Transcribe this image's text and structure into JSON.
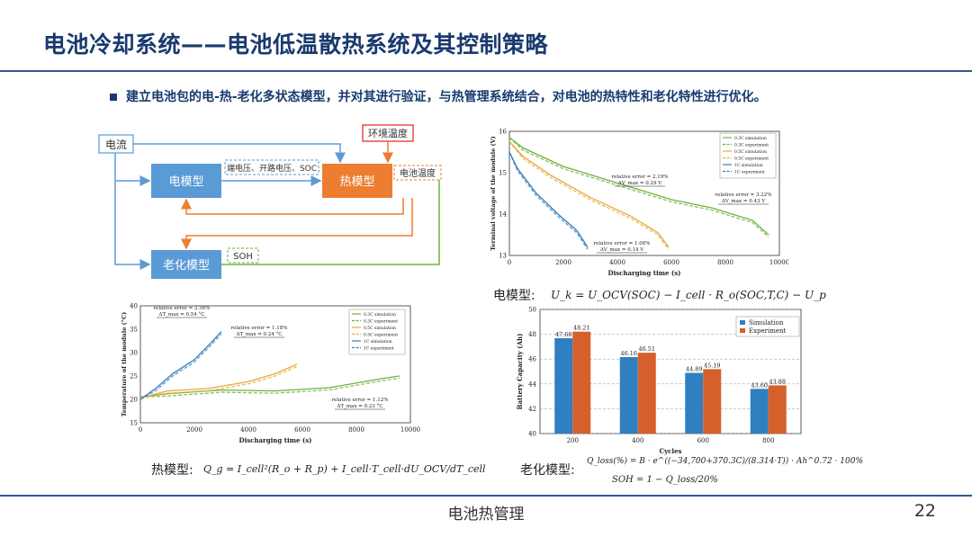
{
  "slide": {
    "title": "电池冷却系统——电池低温散热系统及其控制策略",
    "bullet": "建立电池包的电-热-老化多状态模型，并对其进行验证，与热管理系统结合，对电池的热特性和老化特性进行优化。",
    "footer": "电池热管理",
    "page_number": "22"
  },
  "diagram": {
    "current_label": "电流",
    "env_temp_label": "环境温度",
    "electric_model": "电模型",
    "thermal_model": "热模型",
    "aging_model": "老化模型",
    "voltage_label": "端电压、开路电压、SOC",
    "battery_temp_label": "电池温度",
    "soh_label": "SOH"
  },
  "equations": {
    "electric_label": "电模型:",
    "electric_eq": "U_k = U_OCV(SOC) − I_cell · R_o(SOC,T,C) − U_p",
    "thermal_label": "热模型:",
    "thermal_eq": "Q_g = I_cell²(R_o + R_p) + I_cell·T_cell·dU_OCV/dT_cell",
    "aging_label": "老化模型:",
    "aging_eq": "Q_loss(%) = B · e^((−34,700+370.3C)/(8.314·T)) · Ah^0.72 · 100%",
    "aging_eq2": "SOH = 1 − Q_loss/20%"
  },
  "chart_data": [
    {
      "type": "line",
      "xlabel": "Discharging time (s)",
      "ylabel": "Terminal voltage of the module (V)",
      "xlim": [
        0,
        10000
      ],
      "ylim": [
        13,
        16
      ],
      "xticks": [
        "0",
        "2000",
        "4000",
        "6000",
        "8000",
        "10000"
      ],
      "yticks": [
        "13",
        "14",
        "15",
        "16"
      ],
      "legend": [
        "0.3C simulation",
        "0.3C experiment",
        "0.5C simulation",
        "0.5C experiment",
        "1C simulation",
        "1C experiment"
      ],
      "colors": [
        "#6bb33c",
        "#6bb33c",
        "#e8a838",
        "#e8a838",
        "#2f7fc1",
        "#2f7fc1"
      ],
      "annotations": [
        {
          "text": "relative error = 2.19%",
          "text2": "ΔV_max = 0.29 V"
        },
        {
          "text": "relative error = 3.22%",
          "text2": "ΔV_max = 0.43 V"
        },
        {
          "text": "relative error = 1.08%",
          "text2": "ΔV_max = 0.14 V"
        }
      ],
      "series": [
        {
          "name": "0.3C simulation",
          "x": [
            0,
            500,
            2000,
            4000,
            6000,
            7500,
            9000,
            9600
          ],
          "y": [
            15.85,
            15.6,
            15.15,
            14.75,
            14.35,
            14.15,
            13.85,
            13.5
          ]
        },
        {
          "name": "0.5C simulation",
          "x": [
            0,
            500,
            1500,
            3000,
            4500,
            5500,
            5900
          ],
          "y": [
            15.75,
            15.4,
            14.95,
            14.4,
            13.95,
            13.55,
            13.2
          ]
        },
        {
          "name": "1C simulation",
          "x": [
            0,
            300,
            1000,
            1800,
            2500,
            2900
          ],
          "y": [
            15.5,
            15.1,
            14.5,
            14.0,
            13.6,
            13.2
          ]
        }
      ]
    },
    {
      "type": "line",
      "xlabel": "Discharging time (s)",
      "ylabel": "Temperature of the module (°C)",
      "xlim": [
        0,
        10000
      ],
      "ylim": [
        15,
        40
      ],
      "xticks": [
        "0",
        "2000",
        "4000",
        "6000",
        "8000",
        "10000"
      ],
      "yticks": [
        "15",
        "20",
        "25",
        "30",
        "35",
        "40"
      ],
      "legend": [
        "0.3C simulation",
        "0.3C experiment",
        "0.5C simulation",
        "0.5C experiment",
        "1C simulation",
        "1C experiment"
      ],
      "colors": [
        "#6bb33c",
        "#6bb33c",
        "#e8a838",
        "#e8a838",
        "#2f7fc1",
        "#2f7fc1"
      ],
      "annotations": [
        {
          "text": "relative error = 2.56%",
          "text2": "ΔT_max = 0.54 °C"
        },
        {
          "text": "relative error = 1.18%",
          "text2": "ΔT_max = 0.24 °C"
        },
        {
          "text": "relative error = 1.12%",
          "text2": "ΔT_max = 0.23 °C"
        }
      ],
      "series": [
        {
          "name": "0.3C simulation",
          "x": [
            0,
            1000,
            3000,
            5000,
            7000,
            9000,
            9600
          ],
          "y": [
            20.5,
            21.2,
            22.0,
            21.8,
            22.5,
            24.5,
            25.0
          ]
        },
        {
          "name": "0.5C simulation",
          "x": [
            0,
            1000,
            2500,
            4000,
            5000,
            5800
          ],
          "y": [
            20.3,
            21.8,
            22.3,
            23.8,
            25.5,
            27.5
          ]
        },
        {
          "name": "1C simulation",
          "x": [
            0,
            600,
            1200,
            2000,
            2600,
            3000
          ],
          "y": [
            20.0,
            22.5,
            25.5,
            28.5,
            32.0,
            34.5
          ]
        }
      ]
    },
    {
      "type": "bar",
      "xlabel": "Cycles",
      "ylabel": "Battery Capacity (Ah)",
      "ylim": [
        40,
        50
      ],
      "xticks": [
        "200",
        "400",
        "600",
        "800"
      ],
      "yticks": [
        "40",
        "42",
        "44",
        "46",
        "48",
        "50"
      ],
      "categories": [
        "200",
        "400",
        "600",
        "800"
      ],
      "series": [
        {
          "name": "Simulation",
          "values": [
            47.68,
            46.16,
            44.89,
            43.6
          ],
          "labels": [
            "47.68",
            "46.16",
            "44.89",
            "43.60"
          ],
          "color": "#2f7fc1"
        },
        {
          "name": "Experiment",
          "values": [
            48.21,
            46.51,
            45.19,
            43.88
          ],
          "labels": [
            "48.21",
            "46.51",
            "45.19",
            "43.88"
          ],
          "color": "#d6602b"
        }
      ]
    }
  ]
}
